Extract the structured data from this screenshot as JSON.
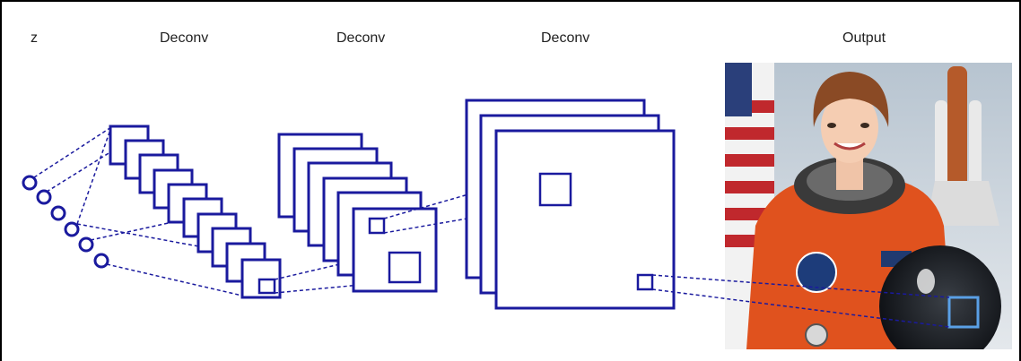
{
  "labels": {
    "z": "z",
    "deconv1": "Deconv",
    "deconv2": "Deconv",
    "deconv3": "Deconv",
    "output": "Output"
  },
  "colors": {
    "network": "#1a1a9e",
    "highlight": "#5aa0e6",
    "suit": "#e0521e",
    "sky": "#c9d3dd"
  },
  "output_image": "astronaut-photo"
}
